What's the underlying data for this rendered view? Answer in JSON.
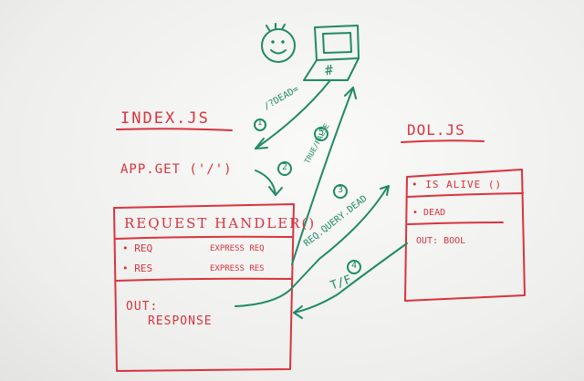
{
  "files": {
    "index_title": "INDEX.JS",
    "dol_title": "DOL.JS"
  },
  "index": {
    "route_call": "APP.GET ('/')"
  },
  "request_handler": {
    "title": "REQUEST HANDLER()",
    "params": [
      {
        "name": "• REQ",
        "desc": "EXPRESS REQ"
      },
      {
        "name": "• RES",
        "desc": "EXPRESS RES"
      }
    ],
    "out_label": "OUT:",
    "out_value": "RESPONSE"
  },
  "dol": {
    "function_title": "• IS ALIVE ()",
    "param": "• DEAD",
    "out": "OUT: BOOL"
  },
  "steps": {
    "step1_num": "1",
    "step1_label": "/?DEAD=",
    "step2_num": "2",
    "step3_num": "3",
    "step3_label": "REQ.QUERY.DEAD",
    "step4_num": "4",
    "step4_label": "T/F",
    "step5_num": "5",
    "step5_label": "TRUE/FALSE"
  },
  "laptop": {
    "key_symbol": "#"
  },
  "colors": {
    "red_ink": "#d8343f",
    "green_ink": "#1f8a66",
    "board": "#f4f4f2"
  }
}
